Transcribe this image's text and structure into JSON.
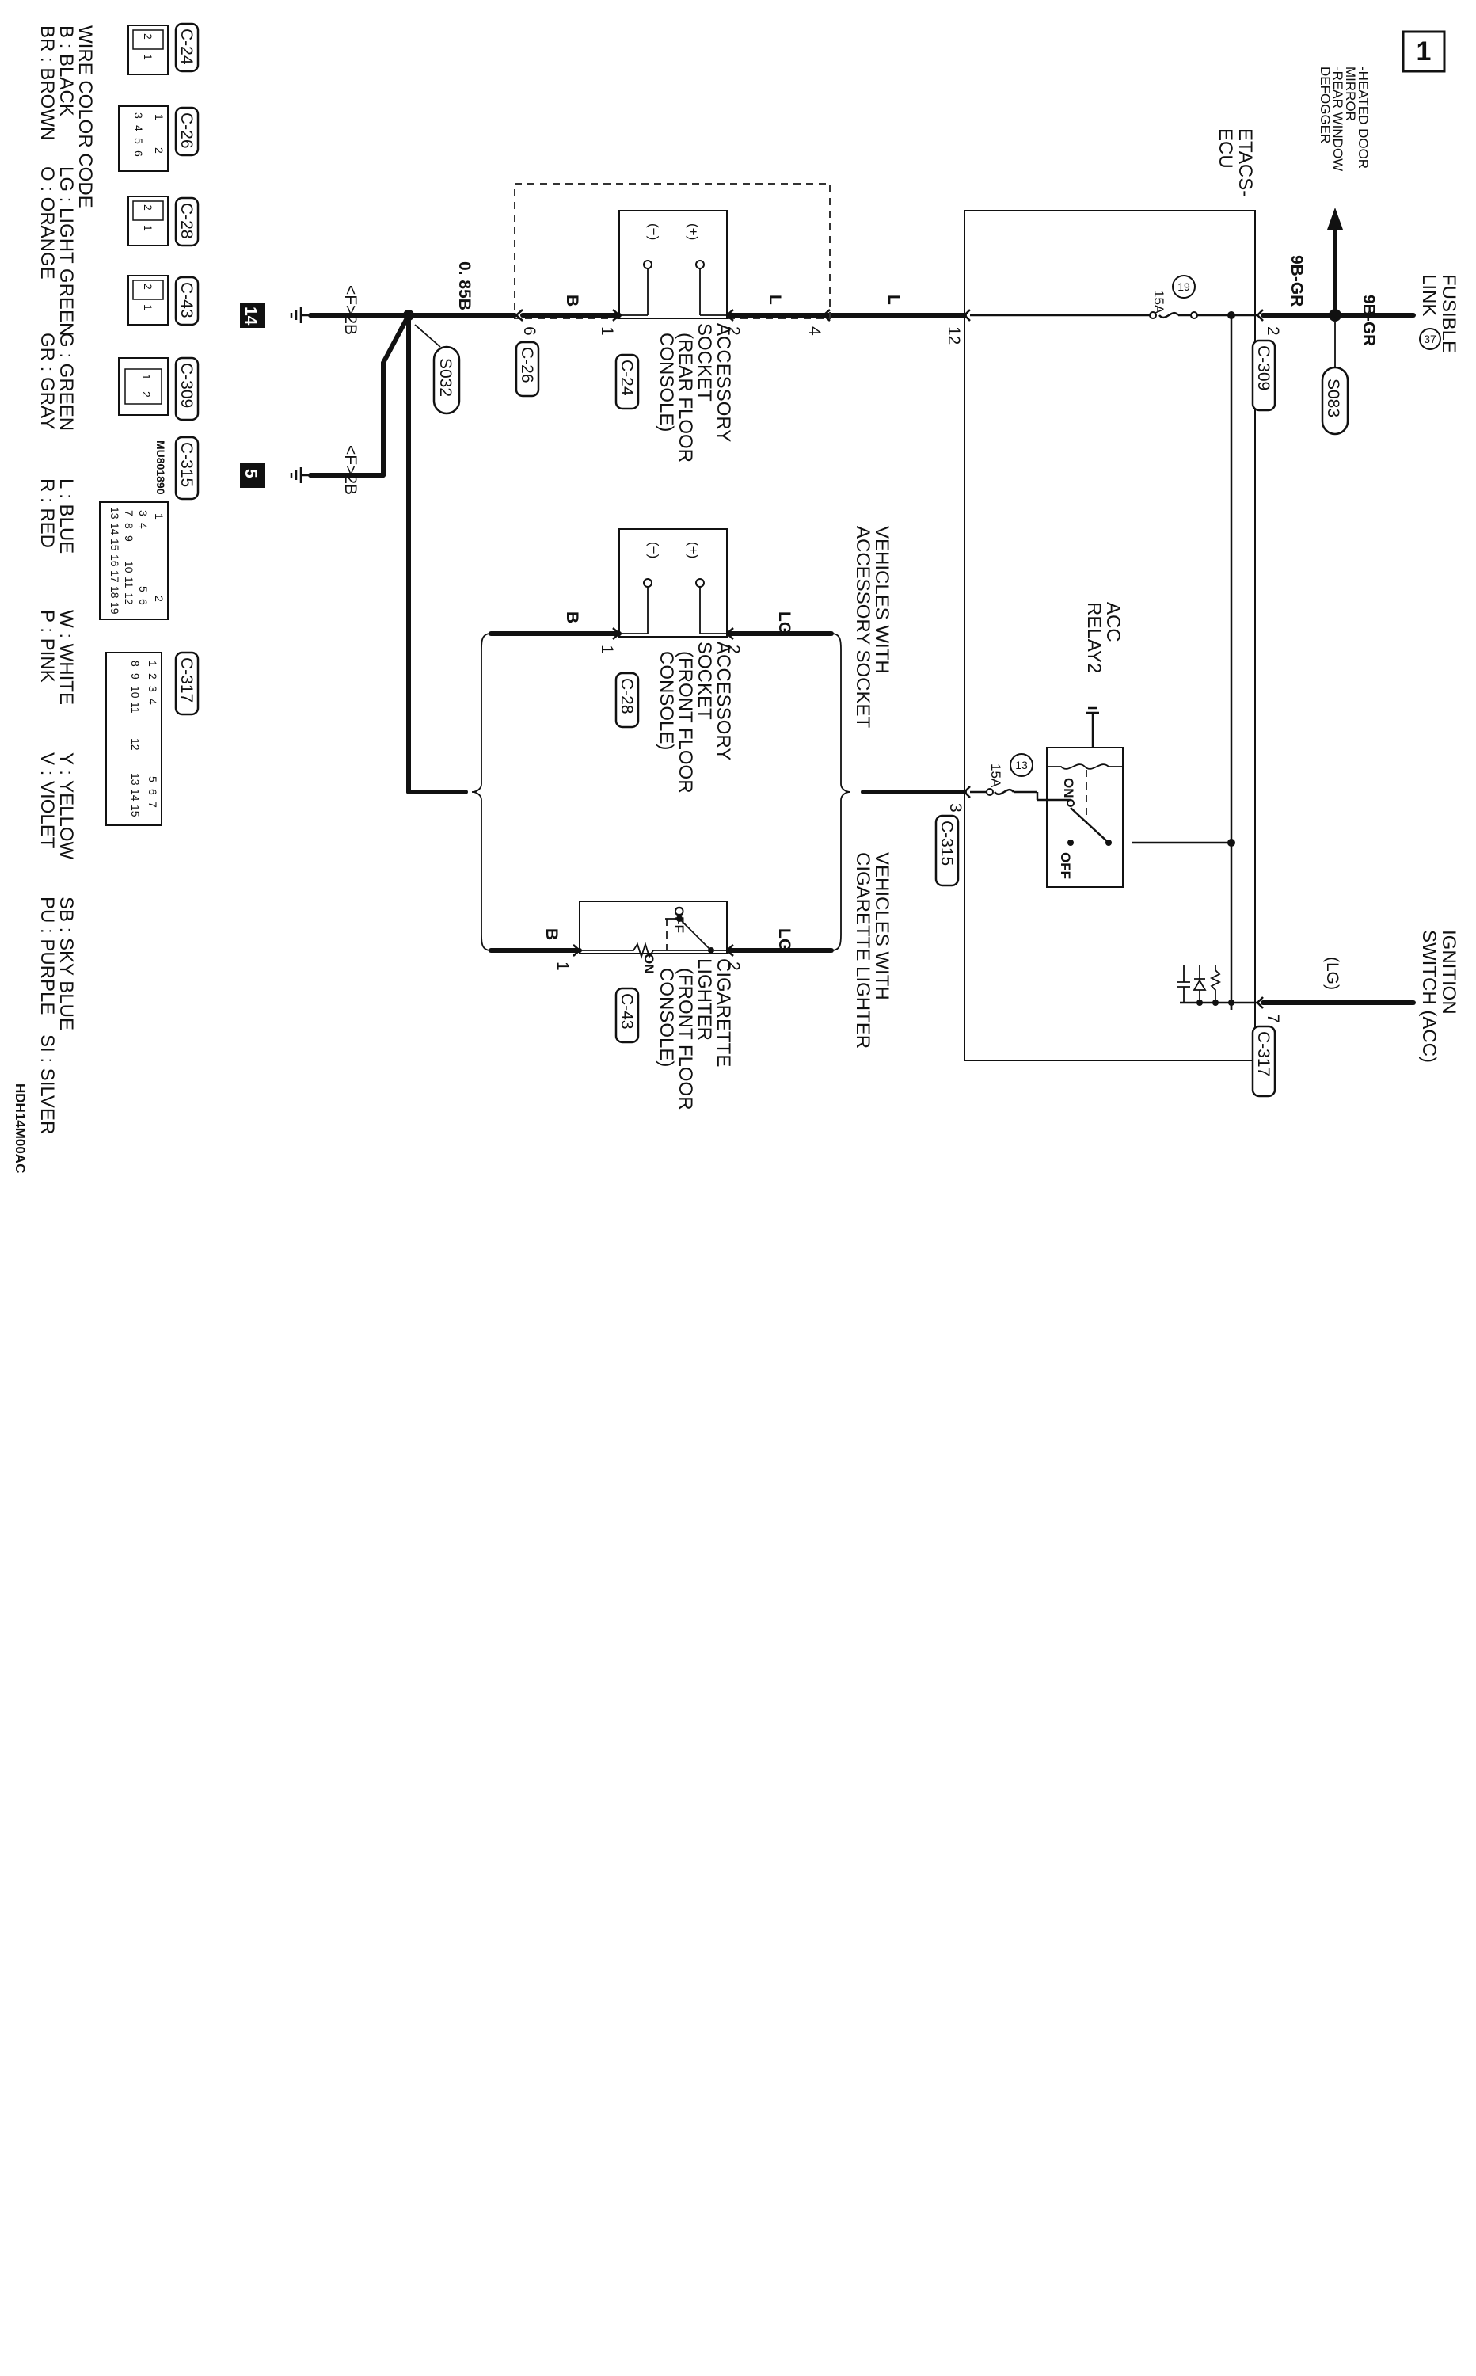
{
  "diagram": {
    "page_number": "1",
    "reference": "HDH14M00AC",
    "feeds_note": [
      "-HEATED DOOR",
      "MIRROR",
      "-REAR WINDOW",
      "DEFOGGER"
    ],
    "fusible_link": {
      "title": [
        "FUSIBLE",
        "LINK"
      ],
      "number": "37"
    },
    "ignition_switch": [
      "IGNITION",
      "SWITCH (ACC)"
    ],
    "lg_label": "(LG)",
    "etacs": [
      "ETACS-",
      "ECU"
    ],
    "wires": {
      "top_left": "9B-GR",
      "top_right": "9B-GR",
      "main_L": "L",
      "socket_L": "L",
      "rear_B": "B",
      "ground_085": "0. 85B",
      "front_LG": "LG",
      "front_B": "B",
      "cig_LG": "LG",
      "cig_B": "B"
    },
    "splices": {
      "upper": "S083",
      "lower": "S032"
    },
    "fuses": [
      {
        "number": "19",
        "rating": "15A"
      },
      {
        "number": "13",
        "rating": "15A"
      }
    ],
    "relay": {
      "title": [
        "ACC",
        "RELAY2"
      ],
      "on": "ON",
      "off": "OFF"
    },
    "variants": {
      "socket": [
        "VEHICLES WITH",
        "ACCESSORY SOCKET"
      ],
      "lighter": [
        "VEHICLES WITH",
        "CIGARETTE LIGHTER"
      ]
    },
    "terminal_pins": {
      "c309": "2",
      "c317": "7",
      "c315": "3",
      "etacs_out": "12",
      "c26_top": "4",
      "c26_bot": "6",
      "rear_sock_pos": "2",
      "rear_sock_neg": "1",
      "front_sock_pos": "2",
      "front_sock_neg": "1",
      "cig_pos": "2",
      "cig_neg": "1"
    },
    "polarity": {
      "pos": "(+)",
      "neg": "(−)"
    },
    "components": {
      "rear_socket": {
        "name": [
          "ACCESSORY",
          "SOCKET",
          "(REAR FLOOR",
          "CONSOLE)"
        ],
        "connector": "C-24"
      },
      "front_socket": {
        "name": [
          "ACCESSORY",
          "SOCKET",
          "(FRONT FLOOR",
          "CONSOLE)"
        ],
        "connector": "C-28"
      },
      "cig_lighter": {
        "name": [
          "CIGARETTE",
          "LIGHTER",
          "(FRONT FLOOR",
          "CONSOLE)"
        ],
        "connector": "C-43"
      },
      "switch_off": "OFF",
      "switch_on": "ON"
    },
    "connectors": {
      "c309": "C-309",
      "c317": "C-317",
      "c315": "C-315",
      "c26": "C-26",
      "c24": "C-24",
      "c28": "C-28",
      "c43": "C-43"
    },
    "grounds": [
      {
        "id": "14",
        "label": "<F>2B"
      },
      {
        "id": "5",
        "label": "<F>2B"
      }
    ]
  },
  "legend": {
    "connectors": [
      {
        "id": "C-24",
        "cells": [
          "2",
          "1"
        ]
      },
      {
        "id": "C-26",
        "cells": [
          "1",
          "2",
          "3",
          "4",
          "5",
          "6"
        ]
      },
      {
        "id": "C-28",
        "cells": [
          "2",
          "1"
        ]
      },
      {
        "id": "C-43",
        "cells": [
          "2",
          "1"
        ]
      },
      {
        "id": "C-309",
        "cells": [
          "1",
          "2"
        ]
      },
      {
        "id": "C-315",
        "cells": [
          "1",
          "2",
          "3",
          "4",
          "5",
          "6",
          "7",
          "8",
          "9",
          "10",
          "11",
          "12",
          "13",
          "14",
          "15",
          "16",
          "17",
          "18",
          "19"
        ],
        "ref": "MU801890"
      },
      {
        "id": "C-317",
        "cells": [
          "1",
          "2",
          "3",
          "4",
          "5",
          "6",
          "7",
          "8",
          "9",
          "10",
          "11",
          "12",
          "13",
          "14",
          "15"
        ]
      }
    ],
    "wire_color_title": "WIRE COLOR CODE",
    "wire_colors": [
      "B : BLACK",
      "LG : LIGHT GREEN",
      "G : GREEN",
      "L : BLUE",
      "W : WHITE",
      "Y : YELLOW",
      "SB : SKY BLUE",
      "BR : BROWN",
      "O : ORANGE",
      "GR : GRAY",
      "R : RED",
      "P : PINK",
      "V : VIOLET",
      "PU : PURPLE",
      "SI : SILVER"
    ]
  }
}
